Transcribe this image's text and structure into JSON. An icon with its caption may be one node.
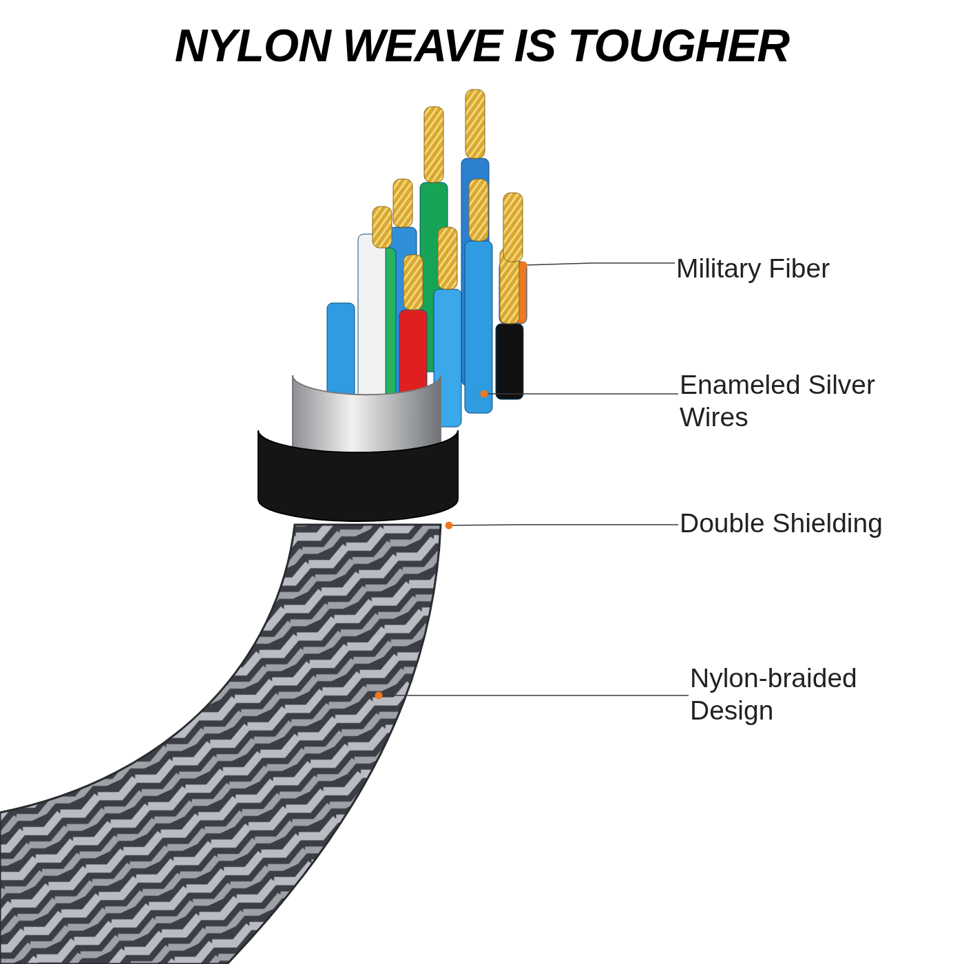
{
  "diagram": {
    "title": "NYLON WEAVE IS TOUGHER",
    "nodes": [
      {
        "text": [
          "Military Fiber"
        ]
      },
      {
        "text": [
          "Enameled Silver Wires"
        ]
      },
      {
        "text": [
          "Double Shielding"
        ]
      },
      {
        "text": [
          "Nylon-braided Design"
        ]
      },
      {
        "text": [],
        "shape": "picture"
      },
      {
        "text": [],
        "shape": "picture"
      },
      {
        "text": [],
        "shape": "picture"
      },
      {
        "text": [],
        "shape": "picture"
      }
    ],
    "edges": [
      {
        "from": 0,
        "to": 4,
        "arrow": "other"
      },
      {
        "from": 1,
        "to": 5,
        "arrow": "other"
      },
      {
        "from": 2,
        "to": 6,
        "arrow": "other"
      },
      {
        "from": 3,
        "to": 7,
        "arrow": "other"
      }
    ]
  }
}
